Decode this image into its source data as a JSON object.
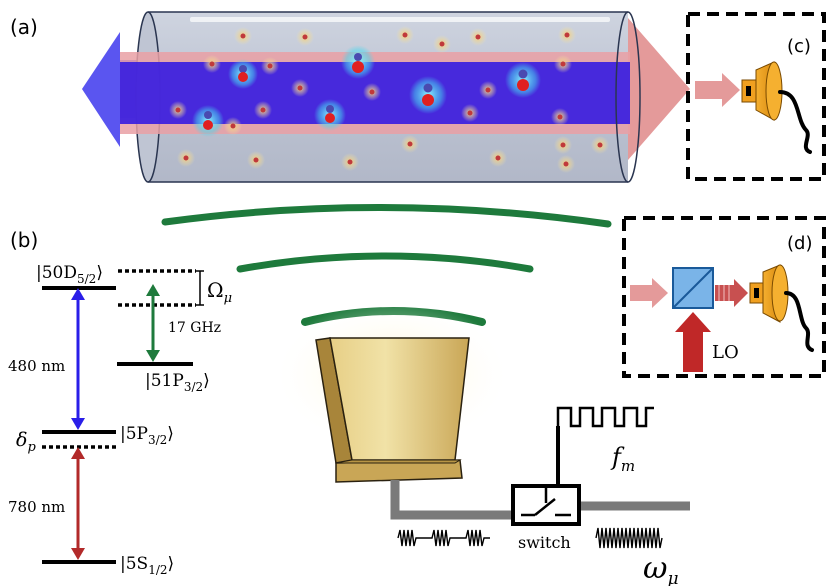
{
  "panel_labels": {
    "a": "(a)",
    "b": "(b)",
    "c": "(c)",
    "d": "(d)"
  },
  "levels": {
    "rydberg_d": {
      "ket_open": "|50D",
      "sub": "5/2",
      "ket_close": "⟩"
    },
    "rydberg_p": {
      "ket_open": "|51P",
      "sub": "3/2",
      "ket_close": "⟩"
    },
    "intermediate": {
      "ket_open": "|5P",
      "sub": "3/2",
      "ket_close": "⟩"
    },
    "ground": {
      "ket_open": "|5S",
      "sub": "1/2",
      "ket_close": "⟩"
    }
  },
  "transitions": {
    "coupling": "480 nm",
    "probe": "780 nm",
    "microwave": "17 GHz"
  },
  "symbols": {
    "rabi_main": "Ω",
    "rabi_sub": "μ",
    "detuning_main": "δ",
    "detuning_sub": "p",
    "mod_main": "f",
    "mod_sub": "m",
    "omega_main": "ω",
    "omega_sub": "μ"
  },
  "labels": {
    "switch": "switch",
    "lo": "LO"
  },
  "colors": {
    "coupling_blue": "#2a1ee8",
    "probe_red": "#b22a2a",
    "microwave_green": "#1e7a3c",
    "horn_gold": "#c8a552",
    "detector_orange": "#f0a020",
    "probe_pink": "#e09a9a"
  }
}
